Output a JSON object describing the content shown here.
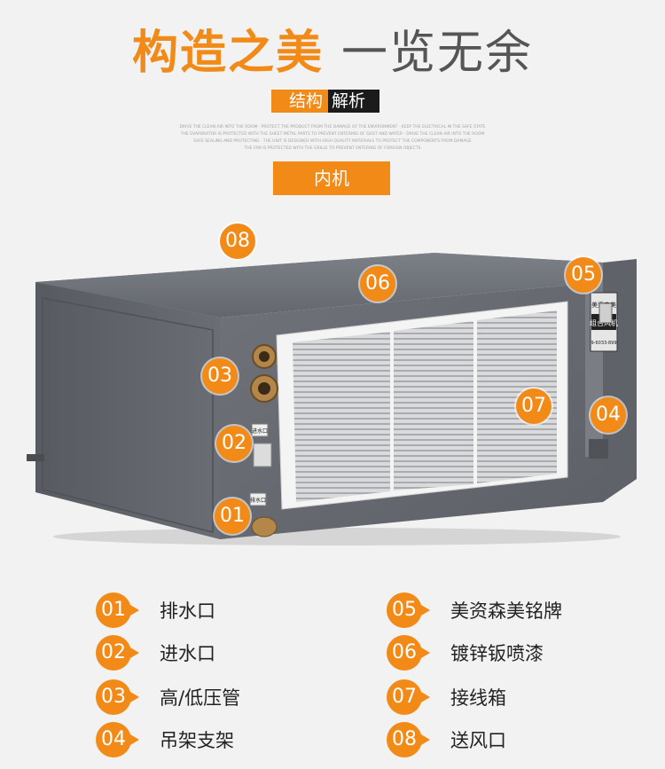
{
  "header": {
    "title_orange": "构造之美",
    "title_gray": "一览无余",
    "subtitle_a": "结构",
    "subtitle_b": "解析",
    "fine_print": [
      "DRIVE THE CLEAN AIR INTO THE ROOM · PROTECT THE PRODUCT FROM THE DAMAGE OF THE ENVIRONMENT · KEEP THE ELECTRICAL IN THE SAFE STATE",
      "THE EVAPORATOR IS PROTECTED WITH THE SHEET METAL PARTS TO PREVENT ENTERING OF DUST AND WATER · DRIVE THE CLEAN AIR INTO THE ROOM",
      "SAFE SEALING AND PROTECTING · THE UNIT IS DESIGNED WITH HIGH QUALITY MATERIALS TO PROTECT THE COMPONENTS FROM DAMAGE",
      "THE FAN IS PROTECTED WITH THE GRILLE TO PREVENT ENTERING OF FOREIGN OBJECTS"
    ],
    "section_tag": "内机"
  },
  "callouts": [
    "01",
    "02",
    "03",
    "04",
    "05",
    "06",
    "07",
    "08"
  ],
  "unit_labels": {
    "inlet": "进水口",
    "outlet": "排水口",
    "nameplate_top": "美资森美",
    "nameplate_mid": "组合风机",
    "nameplate_bottom": "9-6033-899"
  },
  "legend": [
    {
      "num": "01",
      "label": "排水口"
    },
    {
      "num": "02",
      "label": "进水口"
    },
    {
      "num": "03",
      "label": "高/低压管"
    },
    {
      "num": "04",
      "label": "吊架支架"
    },
    {
      "num": "05",
      "label": "美资森美铭牌"
    },
    {
      "num": "06",
      "label": "镀锌钣喷漆"
    },
    {
      "num": "07",
      "label": "接线箱"
    },
    {
      "num": "08",
      "label": "送风口"
    }
  ],
  "colors": {
    "accent": "#f28a18",
    "unit_body": "#6d7177",
    "background": "#f2f2f2"
  }
}
